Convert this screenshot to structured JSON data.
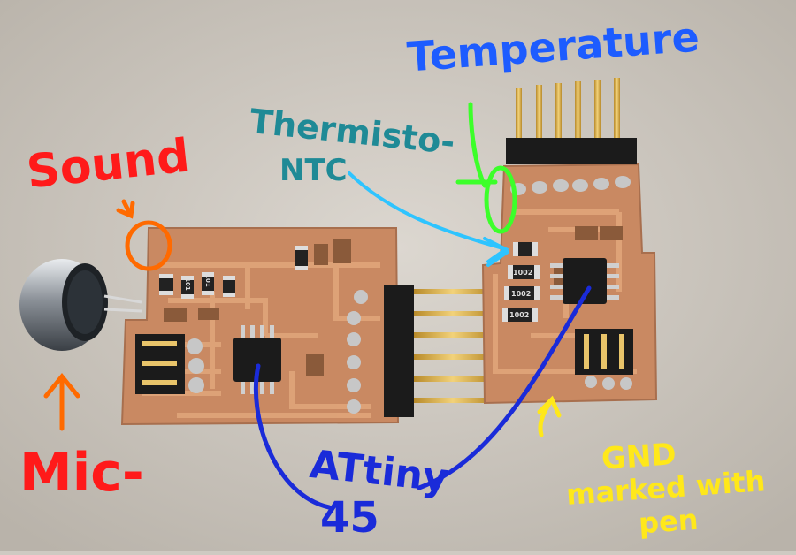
{
  "annotations": {
    "sound": {
      "text": "Sound",
      "color": "#ff1a1a"
    },
    "mic": {
      "text": "Mic-",
      "color": "#ff1a1a"
    },
    "thermistor": {
      "line1": "Thermisto-",
      "line2": "NTC",
      "color": "#1f8a96"
    },
    "temperature": {
      "text": "Temperature",
      "color": "#1d5cff"
    },
    "attiny": {
      "line1": "ATtiny",
      "line2": "45",
      "color": "#1a2bd9"
    },
    "gnd": {
      "line1": "GND",
      "line2": "marked with",
      "line3": "pen",
      "color": "#ffe81a"
    }
  },
  "board_labels": {
    "r1": "101",
    "r2": "101",
    "r3": "1002",
    "r4": "1002",
    "r5": "1002"
  },
  "colors": {
    "background": "#cfcac2",
    "pcb_copper": "#c98962",
    "pcb_trace": "#d99a6f",
    "solder": "#c7c7c7",
    "ic": "#1b1b1b",
    "pin_gold": "#e8c46a",
    "arrow_orange": "#ff6a00",
    "arrow_lightblue": "#2ec4ff",
    "arrow_green": "#3cff2a"
  }
}
